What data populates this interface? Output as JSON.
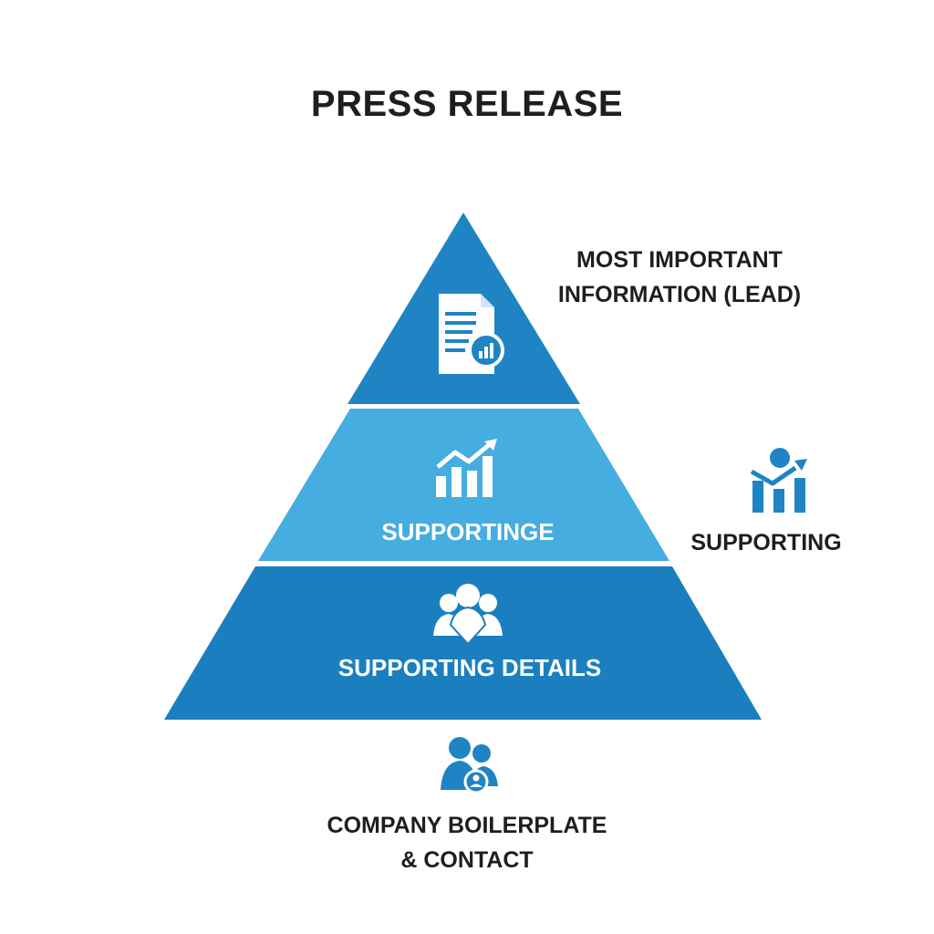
{
  "title": "PRESS RELEASE",
  "tiers": [
    {
      "label": "",
      "icon": "document-chart-icon",
      "color": "#1f84c4"
    },
    {
      "label": "SUPPORTINGE",
      "icon": "bar-growth-chart-icon",
      "color": "#45ade0"
    },
    {
      "label": "SUPPORTING DETAILS",
      "icon": "people-group-icon",
      "color": "#1b7fbf"
    }
  ],
  "side_labels": {
    "lead_line1": "MOST IMPORTANT",
    "lead_line2": "INFORMATION (LEAD)",
    "supporting": "SUPPORTING",
    "supporting_icon": "person-growth-chart-icon",
    "boilerplate_line1": "COMPANY BOILERPLATE",
    "boilerplate_line2": "& CONTACT",
    "boilerplate_icon": "contact-people-icon"
  },
  "colors": {
    "accent": "#1f84c4",
    "light_accent": "#45ade0",
    "text": "#1e1e1e"
  }
}
